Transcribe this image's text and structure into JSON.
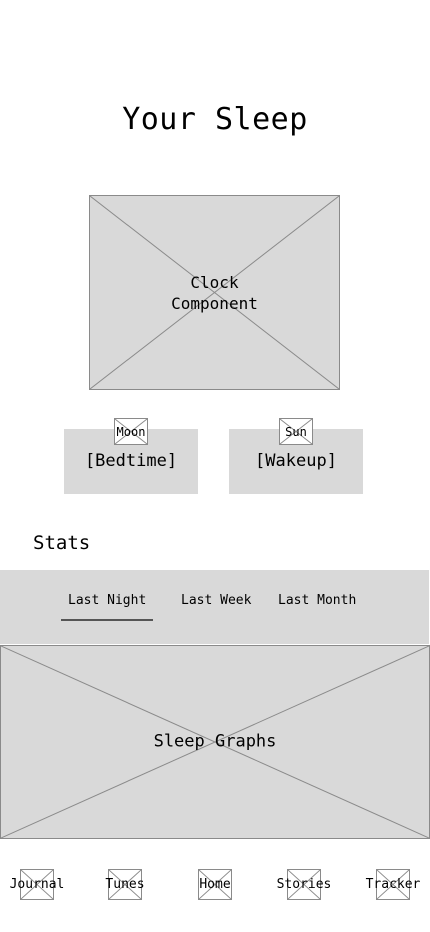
{
  "header": {
    "title": "Your Sleep"
  },
  "clock": {
    "label": "Clock\nComponent"
  },
  "bedtime": {
    "icon_label": "Moon",
    "label": "[Bedtime]"
  },
  "wakeup": {
    "icon_label": "Sun",
    "label": "[Wakeup]"
  },
  "stats": {
    "heading": "Stats",
    "tabs": [
      {
        "label": "Last Night",
        "active": true
      },
      {
        "label": "Last Week",
        "active": false
      },
      {
        "label": "Last Month",
        "active": false
      }
    ],
    "graph_label": "Sleep Graphs"
  },
  "bottom_nav": {
    "items": [
      {
        "label": "Journal"
      },
      {
        "label": "Tunes"
      },
      {
        "label": "Home"
      },
      {
        "label": "Stories"
      },
      {
        "label": "Tracker"
      }
    ]
  },
  "colors": {
    "placeholder_fill": "#d9d9d9",
    "placeholder_stroke": "#8a8a8a",
    "background": "#ffffff"
  }
}
